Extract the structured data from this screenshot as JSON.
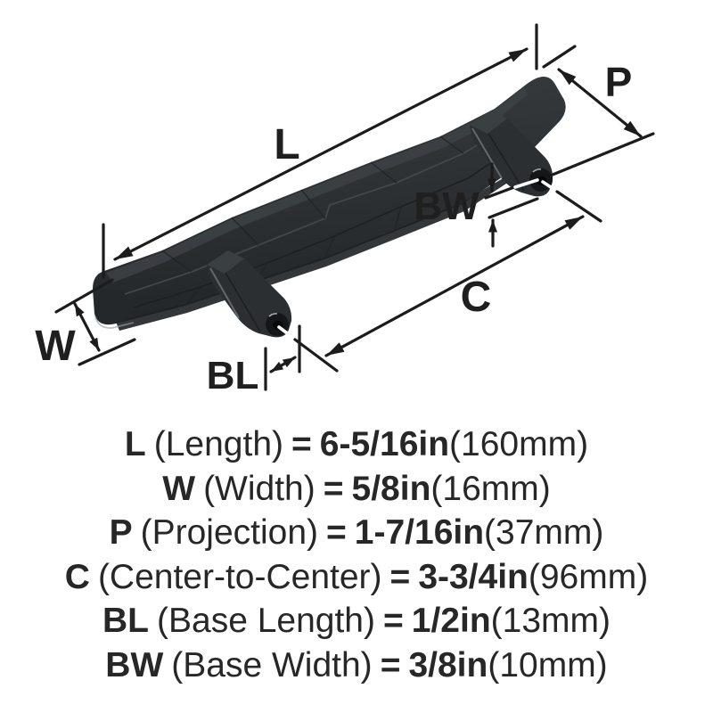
{
  "diagram": {
    "labels": {
      "length": "L",
      "projection": "P",
      "base_width": "BW",
      "center_to_center": "C",
      "width": "W",
      "base_length": "BL"
    }
  },
  "legend": {
    "rows": [
      {
        "symbol": "L",
        "name": "(Length)",
        "eq": "=",
        "value_in": "6-5/16in",
        "value_mm": "(160mm)"
      },
      {
        "symbol": "W",
        "name": "(Width)",
        "eq": "=",
        "value_in": "5/8in",
        "value_mm": "(16mm)"
      },
      {
        "symbol": "P",
        "name": "(Projection)",
        "eq": "=",
        "value_in": "1-7/16in",
        "value_mm": "(37mm)"
      },
      {
        "symbol": "C",
        "name": "(Center-to-Center)",
        "eq": "=",
        "value_in": "3-3/4in",
        "value_mm": "(96mm)"
      },
      {
        "symbol": "BL",
        "name": "(Base Length)",
        "eq": "=",
        "value_in": "1/2in",
        "value_mm": "(13mm)"
      },
      {
        "symbol": "BW",
        "name": "(Base Width)",
        "eq": "=",
        "value_in": "3/8in",
        "value_mm": "(10mm)"
      }
    ]
  },
  "colors": {
    "background": "#ffffff",
    "dimension_line": "#1c1c1c",
    "label_text": "#1f1f1f",
    "legend_text": "#272727",
    "handle_base": "#2d3133",
    "handle_light_facet": "#3d4245",
    "handle_dark_facet": "#1e2123"
  }
}
